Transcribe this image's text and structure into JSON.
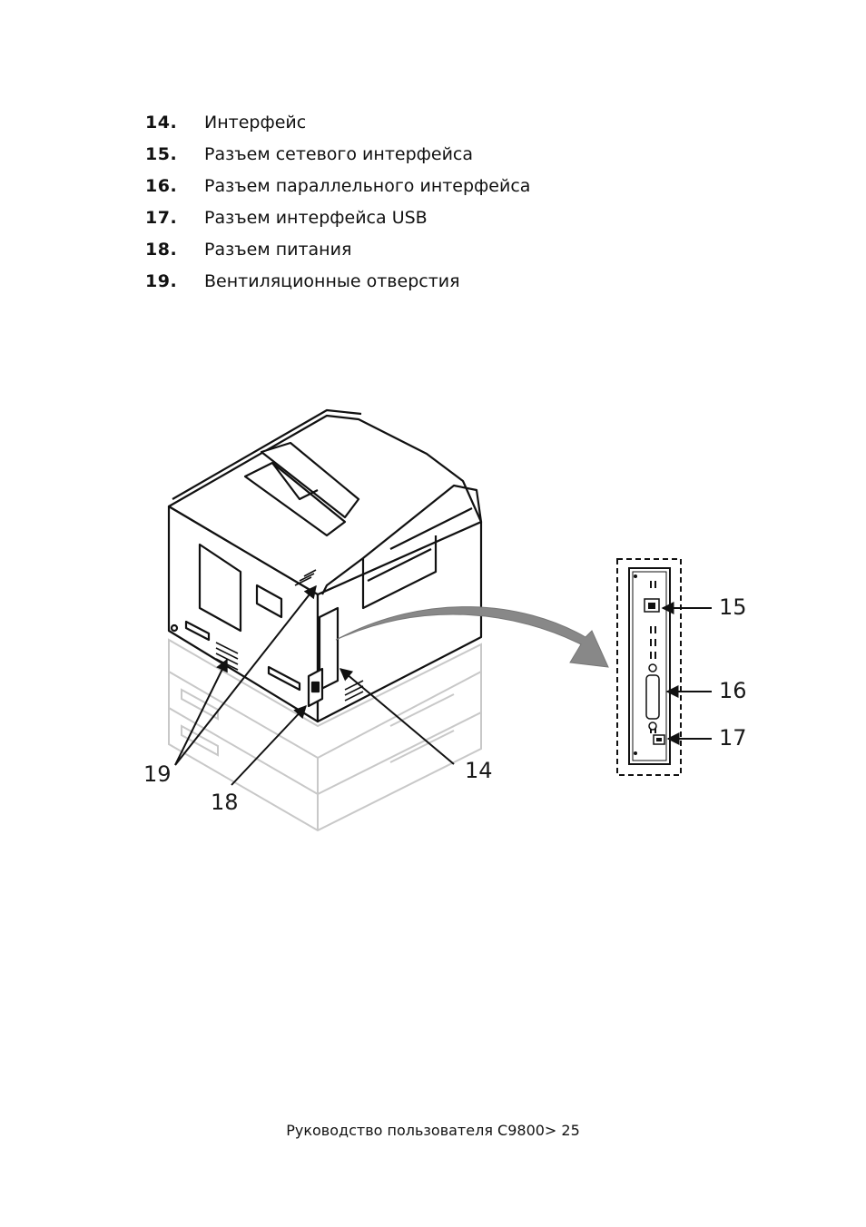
{
  "legend": {
    "items": [
      {
        "number": "14.",
        "label": "Интерфейс"
      },
      {
        "number": "15.",
        "label": "Разъем сетевого интерфейса"
      },
      {
        "number": "16.",
        "label": "Разъем параллельного интерфейса"
      },
      {
        "number": "17.",
        "label": "Разъем интерфейса USB"
      },
      {
        "number": "18.",
        "label": "Разъем питания"
      },
      {
        "number": "19.",
        "label": "Вентиляционные отверстия"
      }
    ]
  },
  "figure": {
    "callouts": {
      "c14": "14",
      "c15": "15",
      "c16": "16",
      "c17": "17",
      "c18": "18",
      "c19": "19"
    }
  },
  "footer": {
    "text": "Руководство пользователя C9800> 25"
  }
}
